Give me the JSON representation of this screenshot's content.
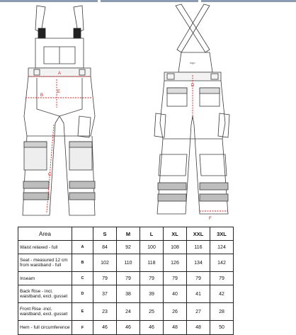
{
  "table": {
    "headers": [
      "Area",
      "",
      "S",
      "M",
      "L",
      "XL",
      "XXL",
      "3XL"
    ],
    "rows": [
      {
        "label": "Waist relaxed - full",
        "code": "A",
        "values": [
          "84",
          "92",
          "100",
          "108",
          "116",
          "124"
        ]
      },
      {
        "label": "Seat - measured 12 cm from waistband - full",
        "code": "B",
        "values": [
          "102",
          "110",
          "118",
          "126",
          "134",
          "142"
        ]
      },
      {
        "label": "Inseam",
        "code": "C",
        "values": [
          "79",
          "79",
          "79",
          "79",
          "79",
          "79"
        ]
      },
      {
        "label": "Back Rise - incl. waistband, excl. gusset",
        "code": "D",
        "values": [
          "37",
          "38",
          "39",
          "40",
          "41",
          "42"
        ]
      },
      {
        "label": "Front Rise -incl. waistband, excl. gusset",
        "code": "E",
        "values": [
          "23",
          "24",
          "25",
          "26",
          "27",
          "28"
        ]
      },
      {
        "label": "Hem - full circumference",
        "code": "F",
        "values": [
          "46",
          "46",
          "46",
          "48",
          "48",
          "50"
        ]
      }
    ]
  },
  "diagram": {
    "markers_front": [
      "A",
      "B",
      "C",
      "E"
    ],
    "markers_back": [
      "D",
      "F"
    ],
    "measure_color": "#cc1f1f"
  }
}
